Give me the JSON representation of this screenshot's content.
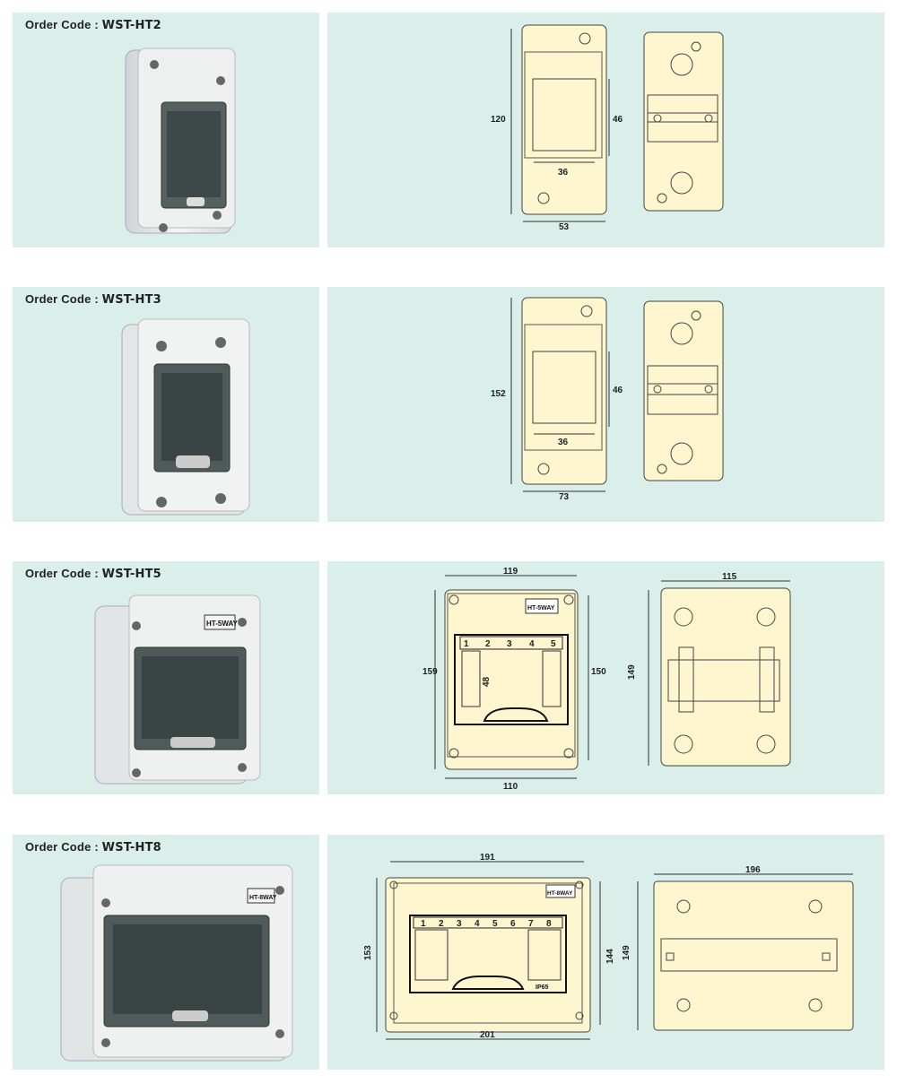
{
  "products": [
    {
      "order_label": "Order Code :",
      "order_code": "WST-HT2",
      "dims": {
        "height": "120",
        "width": "53",
        "module_h": "46",
        "module_w": "36"
      }
    },
    {
      "order_label": "Order Code :",
      "order_code": "WST-HT3",
      "dims": {
        "height": "152",
        "width": "73",
        "module_h": "46",
        "module_w": "36"
      }
    },
    {
      "order_label": "Order Code :",
      "order_code": "WST-HT5",
      "badge": "HT-5WAY",
      "modules": [
        "1",
        "2",
        "3",
        "4",
        "5"
      ],
      "dims": {
        "top_width": "119",
        "left_height": "159",
        "inner_height": "48",
        "right_height": "150",
        "bottom_width": "110",
        "back_width": "115",
        "back_height": "149"
      }
    },
    {
      "order_label": "Order Code :",
      "order_code": "WST-HT8",
      "badge": "HT-8WAY",
      "modules": [
        "1",
        "2",
        "3",
        "4",
        "5",
        "6",
        "7",
        "8"
      ],
      "ip_rating": "IP65",
      "dims": {
        "top_width": "191",
        "left_height": "153",
        "right_height": "144",
        "bottom_width": "201",
        "back_width": "196",
        "back_height": "149"
      }
    }
  ]
}
